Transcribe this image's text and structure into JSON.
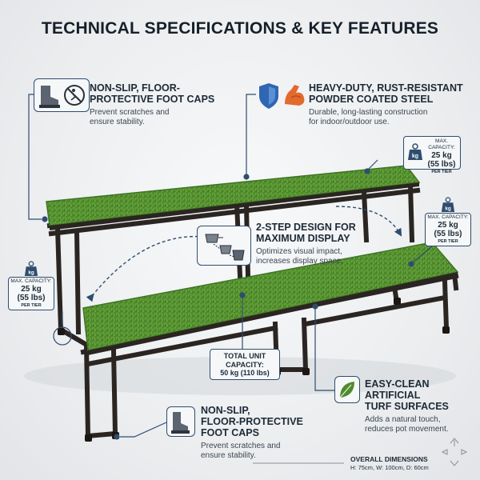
{
  "title": "TECHNICAL SPECIFICATIONS & KEY FEATURES",
  "features": {
    "foot_caps_top": {
      "title_1": "NON-SLIP, FLOOR-",
      "title_2": "PROTECTIVE FOOT CAPS",
      "desc_1": "Prevent scratches and",
      "desc_2": "ensure stability."
    },
    "steel": {
      "title_1": "HEAVY-DUTY, RUST-RESISTANT",
      "title_2": "POWDER COATED STEEL",
      "desc_1": "Durable, long-lasting construction",
      "desc_2": "for indoor/outdoor use."
    },
    "two_step": {
      "title_1": "2-STEP DESIGN FOR",
      "title_2": "MAXIMUM DISPLAY",
      "desc_1": "Optimizes visual impact,",
      "desc_2": "increases display space."
    },
    "turf": {
      "title_1": "EASY-CLEAN ARTIFICIAL",
      "title_2": "TURF SURFACES",
      "desc_1": "Adds a natural touch,",
      "desc_2": "reduces pot movement."
    },
    "foot_caps_bottom": {
      "title_1": "NON-SLIP,",
      "title_2": "FLOOR-PROTECTIVE",
      "title_3": "FOOT CAPS",
      "desc_1": "Prevent scratches and",
      "desc_2": "ensure stability."
    }
  },
  "capacity": {
    "icon_text": "kg",
    "label": "MAX. CAPACITY:",
    "value_kg": "25 kg",
    "value_lbs": "(55 lbs)",
    "per_tier": "PER TIER"
  },
  "total": {
    "label_1": "TOTAL UNIT",
    "label_2": "CAPACITY:",
    "value": "50 kg (110 lbs)"
  },
  "dimensions": {
    "label": "OVERALL DIMENSIONS",
    "value": "H: 75cm, W: 100cm, D: 60cm"
  },
  "colors": {
    "frame": "#2b2522",
    "turf": "#4f8a2e",
    "accent": "#2f4d6e",
    "shield": "#2f66b3",
    "arm": "#e36a2e"
  }
}
